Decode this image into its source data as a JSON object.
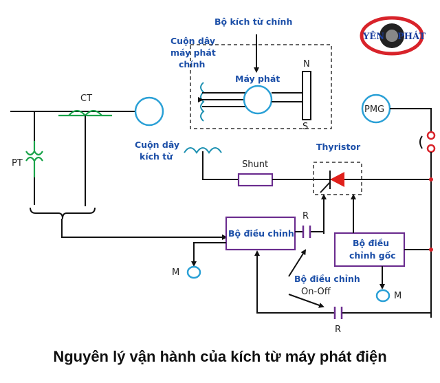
{
  "logo": {
    "text_left": "YÊN",
    "text_right": "PHÁT",
    "colors": {
      "ring": "#d8232a",
      "text": "#1c3f9e",
      "pupil": "#222222"
    }
  },
  "labels": {
    "main_exciter": "Bộ kích từ chính",
    "main_winding_l1": "Cuộn dây",
    "main_winding_l2": "máy phát",
    "main_winding_l3": "chính",
    "generator": "Máy phát",
    "north": "N",
    "south": "S",
    "ct": "CT",
    "pt": "PT",
    "pmg": "PMG",
    "exciter_coil_l1": "Cuộn dây",
    "exciter_coil_l2": "kích từ",
    "shunt": "Shunt",
    "thyristor": "Thyristor",
    "regulator": "Bộ điều chỉnh",
    "r_top": "R",
    "r_bottom": "R",
    "base_reg_l1": "Bộ điều",
    "base_reg_l2": "chỉnh gốc",
    "m_left": "M",
    "m_right": "M",
    "onoff_l1": "Bộ điều chỉnh",
    "onoff_l2": "On-Off"
  },
  "caption": "Nguyên lý vận hành của kích từ máy phát điện",
  "colors": {
    "label_blue": "#1c4fa8",
    "coil_green": "#1aa34a",
    "circle_blue": "#2aa0d6",
    "box_purple": "#6b2d8f",
    "thyristor_red": "#e0201b"
  }
}
